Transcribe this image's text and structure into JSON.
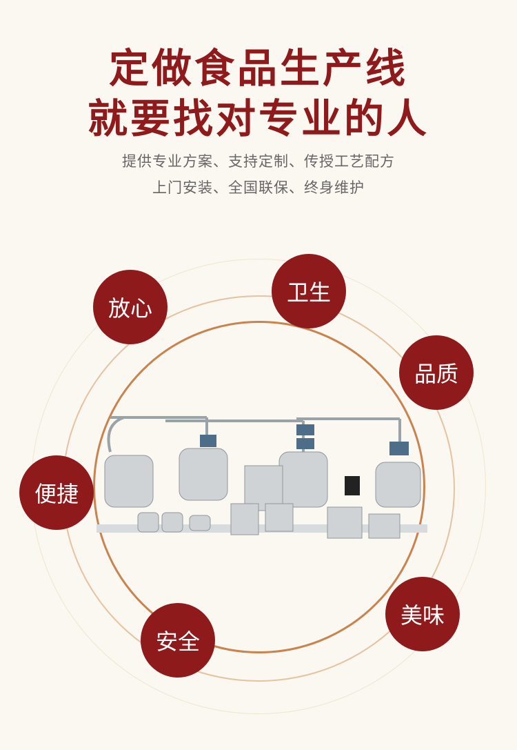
{
  "headline": {
    "line1": "定做食品生产线",
    "line2": "就要找对专业的人"
  },
  "subtitle": {
    "line1": "提供专业方案、支持定制、传授工艺配方",
    "line2": "上门安装、全国联保、终身维护"
  },
  "features": [
    "放心",
    "卫生",
    "品质",
    "便捷",
    "安全",
    "美味"
  ],
  "colors": {
    "accent": "#8e1a1c",
    "ring": "#c88a5a",
    "background": "#fbf7f1"
  }
}
